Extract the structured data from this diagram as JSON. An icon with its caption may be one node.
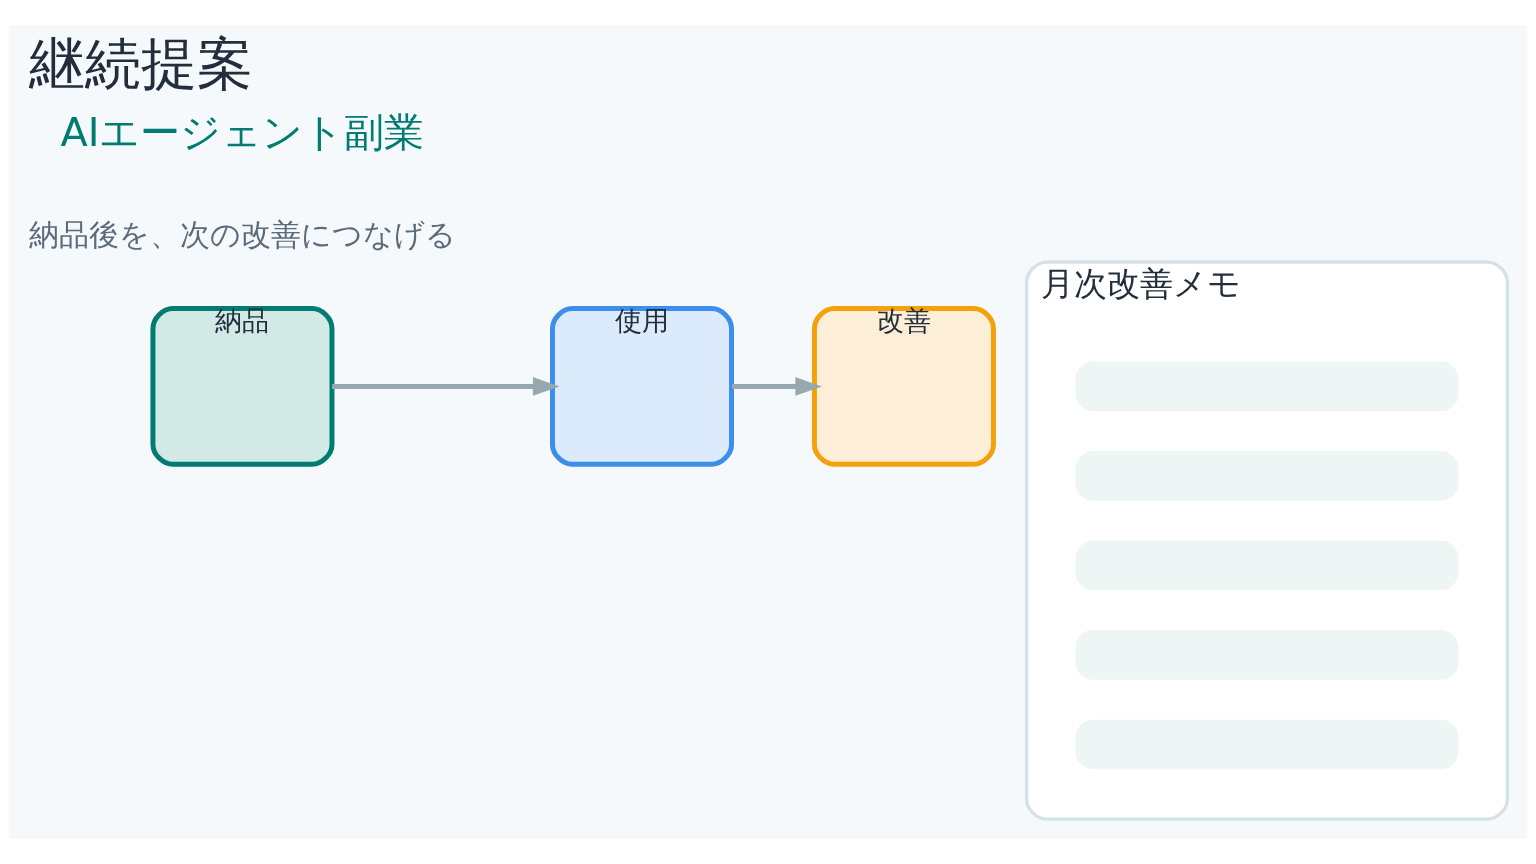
{
  "diagram": {
    "title": "継続提案",
    "nodes": [
      {
        "text": [
          "納品"
        ]
      },
      {
        "text": [
          "使用"
        ]
      },
      {
        "text": [
          "改善"
        ]
      },
      {
        "text": [
          "月次改善メモ"
        ]
      },
      {
        "text": [],
        "shape": "bar",
        "in": 3
      },
      {
        "text": [],
        "shape": "bar",
        "in": 3
      },
      {
        "text": [],
        "shape": "bar",
        "in": 3
      },
      {
        "text": [],
        "shape": "bar",
        "in": 3
      },
      {
        "text": [],
        "shape": "bar",
        "in": 3
      }
    ],
    "edges": [
      {
        "from": 0,
        "to": 1,
        "arrow": "to"
      },
      {
        "from": 1,
        "to": 2,
        "arrow": "to"
      }
    ],
    "labels": [
      "AIエージェント副業",
      "納品後を、次の改善につなげる"
    ]
  }
}
